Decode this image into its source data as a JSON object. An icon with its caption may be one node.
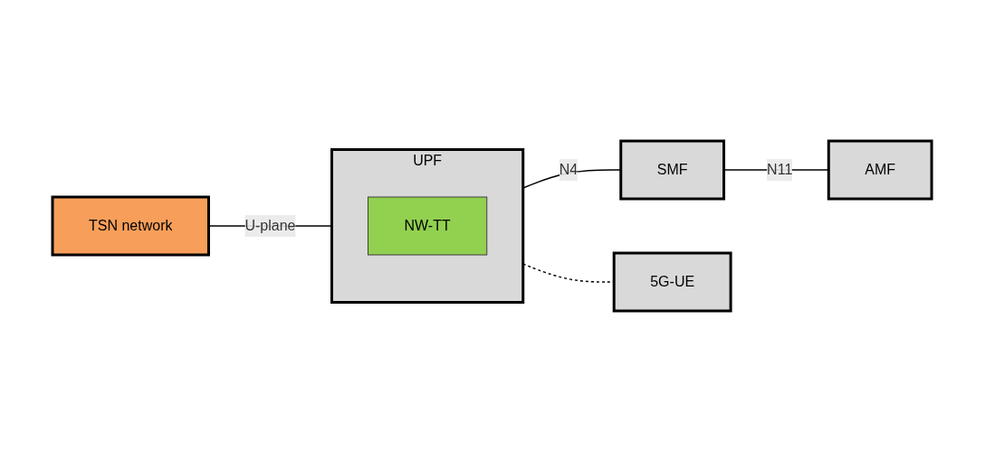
{
  "diagram": {
    "nodes": [
      {
        "text": [
          "SMF"
        ]
      },
      {
        "text": [
          "TSN network"
        ]
      },
      {
        "text": [
          "UPF"
        ]
      },
      {
        "text": [
          "NW-TT"
        ],
        "in": 2
      },
      {
        "text": [
          "AMF"
        ]
      },
      {
        "text": [
          "5G-UE"
        ]
      }
    ],
    "edges": [
      {
        "from": 1,
        "to": 2,
        "label": "U-plane",
        "arrow": "none"
      },
      {
        "from": 2,
        "to": 0,
        "label": "N4",
        "arrow": "none"
      },
      {
        "from": 0,
        "to": 4,
        "label": "N11",
        "arrow": "none"
      },
      {
        "from": 2,
        "to": 5,
        "arrow": "none",
        "style": "dashed"
      }
    ]
  }
}
